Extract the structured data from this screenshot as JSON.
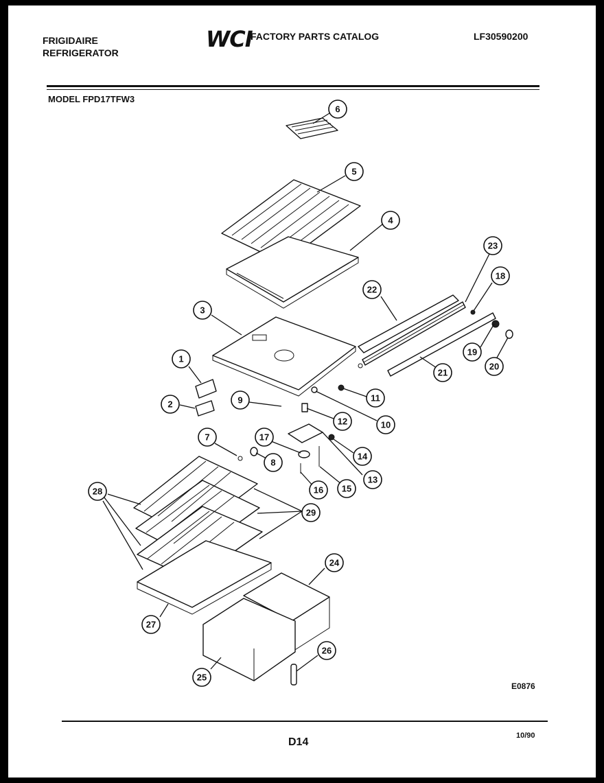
{
  "header": {
    "brand_line1": "FRIGIDAIRE",
    "brand_line2": "REFRIGERATOR",
    "logo_text": "WCI",
    "catalog_title": "FACTORY PARTS CATALOG",
    "catalog_number": "LF30590200",
    "model_label": "MODEL FPD17TFW3"
  },
  "diagram": {
    "callouts": [
      {
        "id": "callout-6",
        "label": "6"
      },
      {
        "id": "callout-5",
        "label": "5"
      },
      {
        "id": "callout-4",
        "label": "4"
      },
      {
        "id": "callout-3",
        "label": "3"
      },
      {
        "id": "callout-23",
        "label": "23"
      },
      {
        "id": "callout-18",
        "label": "18"
      },
      {
        "id": "callout-22",
        "label": "22"
      },
      {
        "id": "callout-19",
        "label": "19"
      },
      {
        "id": "callout-20",
        "label": "20"
      },
      {
        "id": "callout-21",
        "label": "21"
      },
      {
        "id": "callout-1",
        "label": "1"
      },
      {
        "id": "callout-2",
        "label": "2"
      },
      {
        "id": "callout-9",
        "label": "9"
      },
      {
        "id": "callout-11",
        "label": "11"
      },
      {
        "id": "callout-12",
        "label": "12"
      },
      {
        "id": "callout-10",
        "label": "10"
      },
      {
        "id": "callout-7",
        "label": "7"
      },
      {
        "id": "callout-17",
        "label": "17"
      },
      {
        "id": "callout-8",
        "label": "8"
      },
      {
        "id": "callout-14",
        "label": "14"
      },
      {
        "id": "callout-13",
        "label": "13"
      },
      {
        "id": "callout-16",
        "label": "16"
      },
      {
        "id": "callout-15",
        "label": "15"
      },
      {
        "id": "callout-28",
        "label": "28"
      },
      {
        "id": "callout-29",
        "label": "29"
      },
      {
        "id": "callout-24",
        "label": "24"
      },
      {
        "id": "callout-27",
        "label": "27"
      },
      {
        "id": "callout-26",
        "label": "26"
      },
      {
        "id": "callout-25",
        "label": "25"
      }
    ]
  },
  "footer": {
    "illustration_code": "E0876",
    "page_number": "D14",
    "date": "10/90"
  }
}
